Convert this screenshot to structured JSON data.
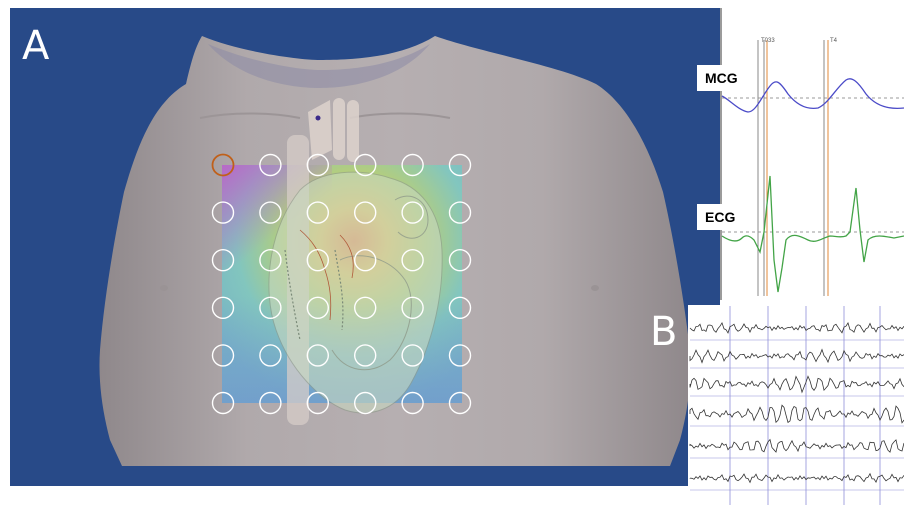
{
  "panels": {
    "a_label": "A",
    "b_label": "B"
  },
  "traces": {
    "mcg_label": "MCG",
    "ecg_label": "ECG",
    "marker_a": "T033",
    "marker_b": "T4"
  },
  "sensor_grid": {
    "rows": 6,
    "columns": 6,
    "highlighted_sensor": "row 1, column 1"
  },
  "colors": {
    "background": "#284a88",
    "torso": "#a9a2a4",
    "mcg_trace": "#4b4bc8",
    "ecg_trace": "#43a447",
    "highlight_sensor": "#c0601a",
    "marker_orange": "#e08a3a",
    "marker_gray": "#8a8a8a",
    "grid_lines": "#8f8fd8"
  }
}
